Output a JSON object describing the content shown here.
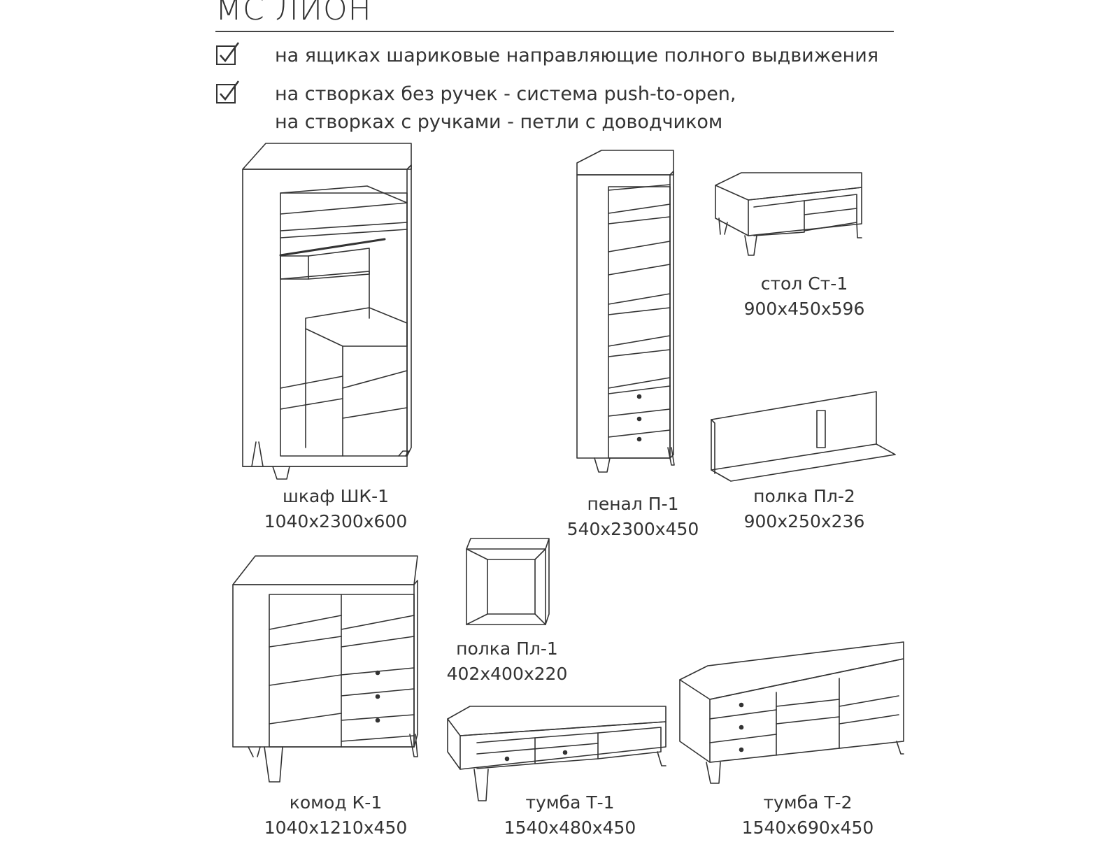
{
  "title": "МС ЛИОН",
  "features": [
    {
      "icon": "checkbox-checked-icon",
      "lines": [
        "на ящиках шариковые направляющие полного выдвижения"
      ]
    },
    {
      "icon": "checkbox-checked-icon",
      "lines": [
        "на створках без ручек - система push-to-open,",
        "на створках с ручками - петли с доводчиком"
      ]
    }
  ],
  "items": [
    {
      "name": "шкаф ШК-1",
      "size": "1040x2300x600"
    },
    {
      "name": "пенал П-1",
      "size": "540x2300x450"
    },
    {
      "name": "стол Ст-1",
      "size": "900x450x596"
    },
    {
      "name": "полка Пл-2",
      "size": "900x250x236"
    },
    {
      "name": "полка Пл-1",
      "size": "402x400x220"
    },
    {
      "name": "комод К-1",
      "size": "1040x1210x450"
    },
    {
      "name": "тумба Т-1",
      "size": "1540x480x450"
    },
    {
      "name": "тумба Т-2",
      "size": "1540x690x450"
    }
  ]
}
